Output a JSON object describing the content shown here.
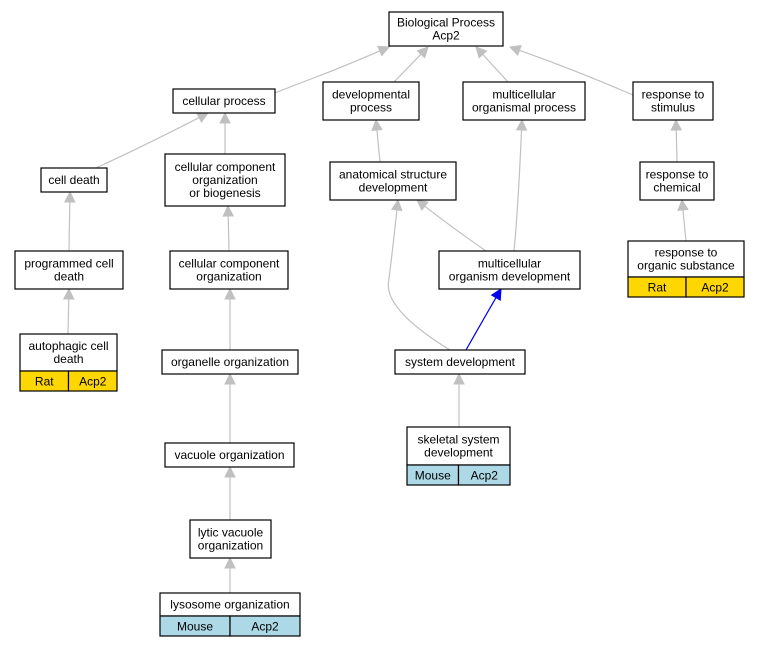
{
  "colors": {
    "rat": "#ffd700",
    "mouse": "#add8e6",
    "edge": "#c0c0c0",
    "edge_highlight": "#0000ee"
  },
  "nodes": [
    {
      "id": "bp",
      "lines": [
        "Biological Process",
        "Acp2"
      ]
    },
    {
      "id": "cellular_process",
      "lines": [
        "cellular process"
      ]
    },
    {
      "id": "developmental_process",
      "lines": [
        "developmental",
        "process"
      ]
    },
    {
      "id": "multicellular_organismal_process",
      "lines": [
        "multicellular",
        "organismal process"
      ]
    },
    {
      "id": "response_to_stimulus",
      "lines": [
        "response to",
        "stimulus"
      ]
    },
    {
      "id": "cell_death",
      "lines": [
        "cell death"
      ]
    },
    {
      "id": "ccob",
      "lines": [
        "cellular component",
        "organization",
        "or biogenesis"
      ]
    },
    {
      "id": "asd",
      "lines": [
        "anatomical structure",
        "development"
      ]
    },
    {
      "id": "response_to_chemical",
      "lines": [
        "response to",
        "chemical"
      ]
    },
    {
      "id": "pcd",
      "lines": [
        "programmed cell",
        "death"
      ]
    },
    {
      "id": "cco",
      "lines": [
        "cellular component",
        "organization"
      ]
    },
    {
      "id": "mod",
      "lines": [
        "multicellular",
        "organism development"
      ]
    },
    {
      "id": "rtos",
      "lines": [
        "response to",
        "organic substance"
      ],
      "annotation": {
        "species": "Rat",
        "gene": "Acp2",
        "color": "rat"
      }
    },
    {
      "id": "acd",
      "lines": [
        "autophagic cell",
        "death"
      ],
      "annotation": {
        "species": "Rat",
        "gene": "Acp2",
        "color": "rat"
      }
    },
    {
      "id": "oo",
      "lines": [
        "organelle organization"
      ]
    },
    {
      "id": "sd",
      "lines": [
        "system development"
      ]
    },
    {
      "id": "vo",
      "lines": [
        "vacuole organization"
      ]
    },
    {
      "id": "ssd",
      "lines": [
        "skeletal system",
        "development"
      ],
      "annotation": {
        "species": "Mouse",
        "gene": "Acp2",
        "color": "mouse"
      }
    },
    {
      "id": "lvo",
      "lines": [
        "lytic vacuole",
        "organization"
      ]
    },
    {
      "id": "lo",
      "lines": [
        "lysosome organization"
      ],
      "annotation": {
        "species": "Mouse",
        "gene": "Acp2",
        "color": "mouse"
      }
    }
  ],
  "edges": [
    {
      "from": "cellular_process",
      "to": "bp"
    },
    {
      "from": "developmental_process",
      "to": "bp"
    },
    {
      "from": "multicellular_organismal_process",
      "to": "bp"
    },
    {
      "from": "response_to_stimulus",
      "to": "bp"
    },
    {
      "from": "cell_death",
      "to": "cellular_process"
    },
    {
      "from": "ccob",
      "to": "cellular_process"
    },
    {
      "from": "asd",
      "to": "developmental_process"
    },
    {
      "from": "response_to_chemical",
      "to": "response_to_stimulus"
    },
    {
      "from": "pcd",
      "to": "cell_death"
    },
    {
      "from": "cco",
      "to": "ccob"
    },
    {
      "from": "mod",
      "to": "asd"
    },
    {
      "from": "mod",
      "to": "multicellular_organismal_process"
    },
    {
      "from": "rtos",
      "to": "response_to_chemical"
    },
    {
      "from": "acd",
      "to": "pcd"
    },
    {
      "from": "oo",
      "to": "cco"
    },
    {
      "from": "sd",
      "to": "asd"
    },
    {
      "from": "sd",
      "to": "mod",
      "highlight": true
    },
    {
      "from": "vo",
      "to": "oo"
    },
    {
      "from": "ssd",
      "to": "sd"
    },
    {
      "from": "lvo",
      "to": "vo"
    },
    {
      "from": "lo",
      "to": "lvo"
    }
  ]
}
